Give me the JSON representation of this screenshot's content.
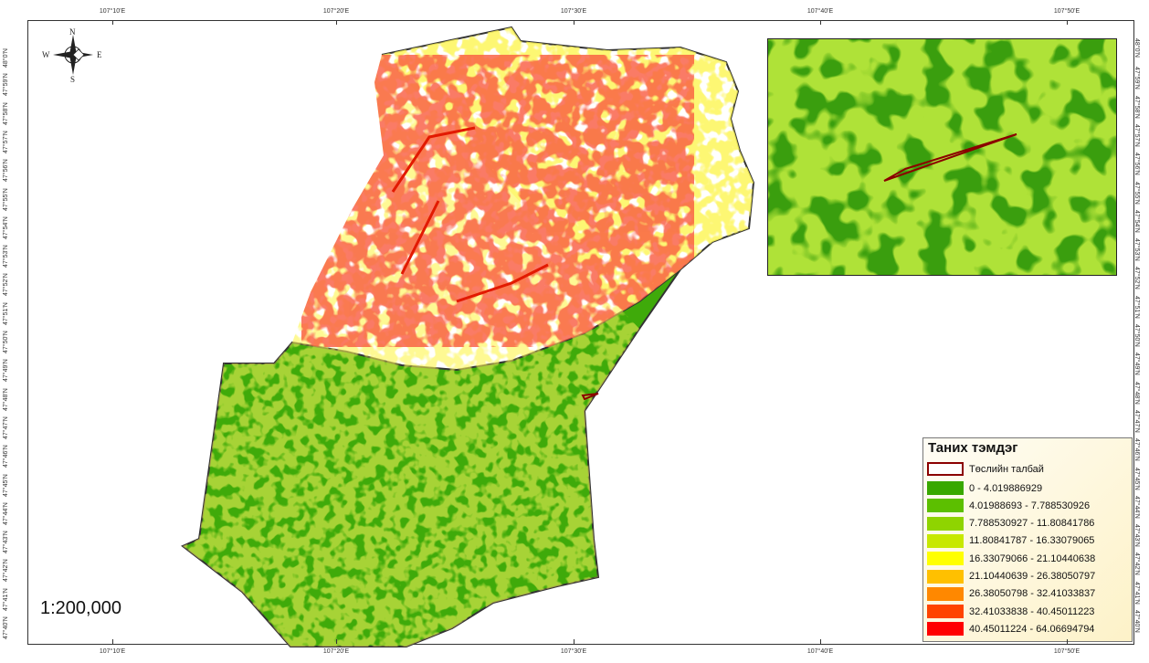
{
  "map": {
    "scale_text": "1:200,000",
    "north_arrow": {
      "icon": "north-arrow-icon",
      "n": "N",
      "s": "S",
      "e": "E",
      "w": "W"
    },
    "longitude_labels": [
      "107°10'E",
      "107°20'E",
      "107°30'E",
      "107°40'E",
      "107°50'E"
    ],
    "latitude_labels": [
      "48°0'N",
      "47°59'N",
      "47°58'N",
      "47°57'N",
      "47°56'N",
      "47°55'N",
      "47°54'N",
      "47°53'N",
      "47°52'N",
      "47°51'N",
      "47°50'N",
      "47°49'N",
      "47°48'N",
      "47°47'N",
      "47°46'N",
      "47°45'N",
      "47°44'N",
      "47°43'N",
      "47°42'N",
      "47°41'N",
      "47°40'N"
    ]
  },
  "legend": {
    "title": "Таних тэмдэг",
    "project_area": {
      "label": "Төслийн талбай",
      "stroke": "#8b0000"
    },
    "classes": [
      {
        "label": "0 - 4.019886929",
        "color": "#38a800"
      },
      {
        "label": "4.01988693 - 7.788530926",
        "color": "#5cbf00"
      },
      {
        "label": "7.788530927 - 11.80841786",
        "color": "#8fd400"
      },
      {
        "label": "11.80841787 - 16.33079065",
        "color": "#c7e800"
      },
      {
        "label": "16.33079066 - 21.10440638",
        "color": "#ffff00"
      },
      {
        "label": "21.10440639 - 26.38050797",
        "color": "#ffc000"
      },
      {
        "label": "26.38050798 - 32.41033837",
        "color": "#ff8800"
      },
      {
        "label": "32.41033838 - 40.45011223",
        "color": "#ff4400"
      },
      {
        "label": "40.45011224 - 64.06694794",
        "color": "#ff0000"
      }
    ]
  }
}
